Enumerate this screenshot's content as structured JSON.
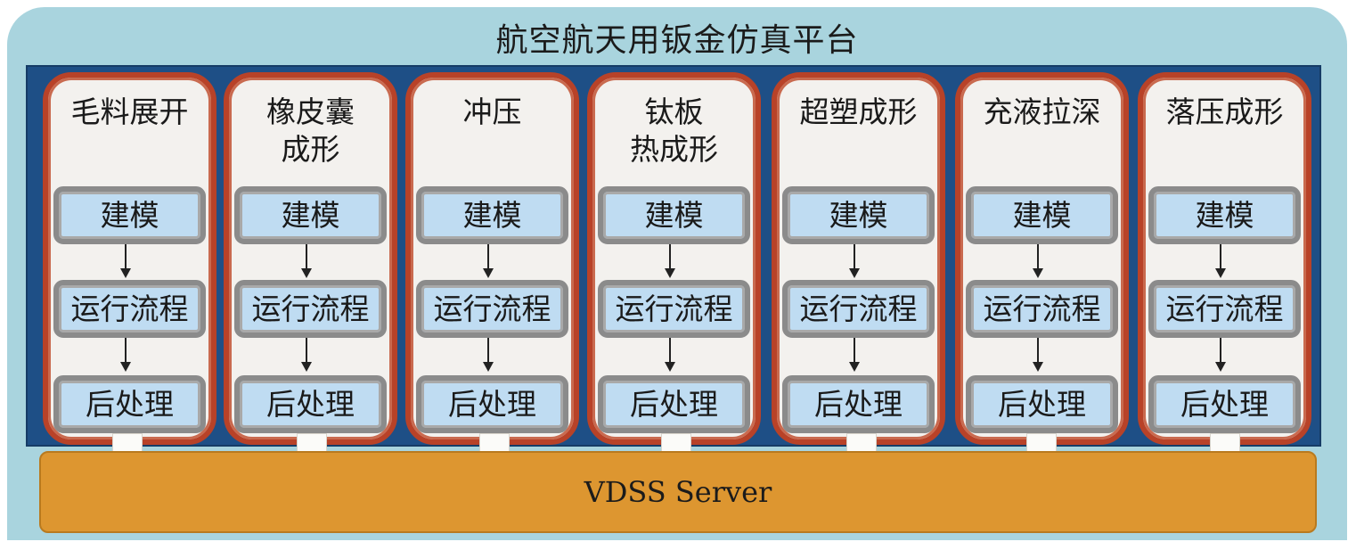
{
  "platform": {
    "title": "航空航天用钣金仿真平台"
  },
  "modules": [
    {
      "title": "毛料展开",
      "steps": [
        "建模",
        "运行流程",
        "后处理"
      ]
    },
    {
      "title": "橡皮囊\n成形",
      "steps": [
        "建模",
        "运行流程",
        "后处理"
      ]
    },
    {
      "title": "冲压",
      "steps": [
        "建模",
        "运行流程",
        "后处理"
      ]
    },
    {
      "title": "钛板\n热成形",
      "steps": [
        "建模",
        "运行流程",
        "后处理"
      ]
    },
    {
      "title": "超塑成形",
      "steps": [
        "建模",
        "运行流程",
        "后处理"
      ]
    },
    {
      "title": "充液拉深",
      "steps": [
        "建模",
        "运行流程",
        "后处理"
      ]
    },
    {
      "title": "落压成形",
      "steps": [
        "建模",
        "运行流程",
        "后处理"
      ]
    }
  ],
  "server": {
    "label": "VDSS Server"
  },
  "colors": {
    "platform_bg": "#a9d4de",
    "module_area_bg": "#1e4f86",
    "module_border": "#b84228",
    "step_bg": "#bfdcf2",
    "server_bg": "#dd9630"
  }
}
